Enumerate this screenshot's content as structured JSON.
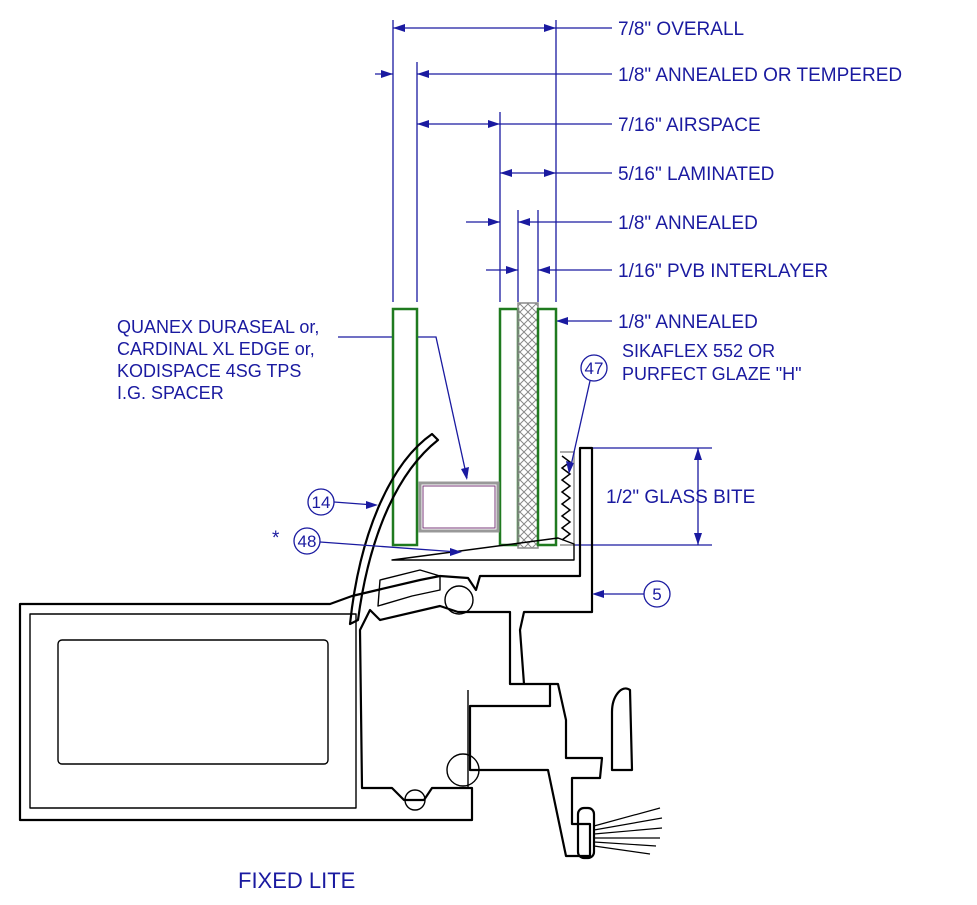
{
  "dimensions": {
    "overall": "7/8\"  OVERALL",
    "outer_lite": "1/8\"  ANNEALED OR TEMPERED",
    "airspace": "7/16\"  AIRSPACE",
    "laminated": "5/16\"  LAMINATED",
    "lam_outer": "1/8\"  ANNEALED",
    "interlayer": "1/16\"  PVB INTERLAYER",
    "lam_inner": "1/8\"  ANNEALED",
    "glass_bite": "1/2\"   GLASS BITE"
  },
  "spacer_note": {
    "line1": "QUANEX DURASEAL or,",
    "line2": "CARDINAL XL EDGE or,",
    "line3": "KODISPACE 4SG TPS",
    "line4": "I.G. SPACER"
  },
  "sealant_note": {
    "line1": "SIKAFLEX 552 OR",
    "line2": "PURFECT GLAZE \"H\""
  },
  "callouts": {
    "c47": "47",
    "c14": "14",
    "c48": "48",
    "c5": "5",
    "asterisk": "*"
  },
  "title": "FIXED LITE",
  "colors": {
    "annotation": "#1a1aa0",
    "glass": "#1f7a1f",
    "frame": "#000000",
    "spacer": "#999999"
  }
}
